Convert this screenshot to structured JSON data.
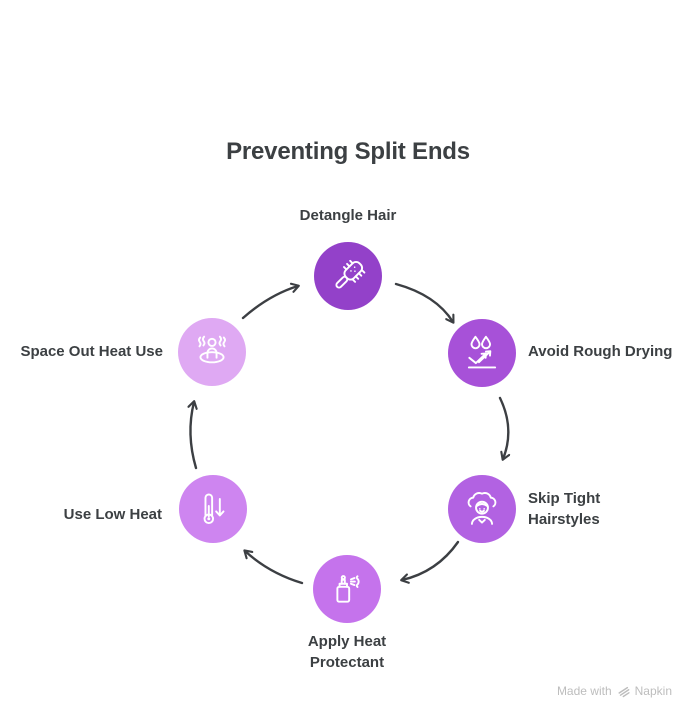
{
  "title": "Preventing Split Ends",
  "colors": {
    "background": "#ffffff",
    "title_text": "#3c4043",
    "label_text": "#3c4043",
    "arrow": "#3c3f43",
    "watermark_text": "#bdbdbd"
  },
  "nodes": [
    {
      "label": "Detangle Hair",
      "icon": "hairbrush-icon",
      "color": "#9341C9",
      "position": "top"
    },
    {
      "label": "Avoid Rough Drying",
      "icon": "water-drops-deflect-icon",
      "color": "#A751D8",
      "position": "upper-right"
    },
    {
      "label": "Skip Tight\nHairstyles",
      "icon": "curly-hair-person-icon",
      "color": "#B262E2",
      "position": "lower-right"
    },
    {
      "label": "Apply Heat\nProtectant",
      "icon": "spray-bottle-icon",
      "color": "#C573EC",
      "position": "bottom"
    },
    {
      "label": "Use Low Heat",
      "icon": "thermometer-down-icon",
      "color": "#CE85F0",
      "position": "lower-left"
    },
    {
      "label": "Space Out Heat Use",
      "icon": "steam-person-icon",
      "color": "#DFA9F3",
      "position": "upper-left"
    }
  ],
  "watermark": {
    "prefix": "Made with",
    "brand": "Napkin"
  }
}
